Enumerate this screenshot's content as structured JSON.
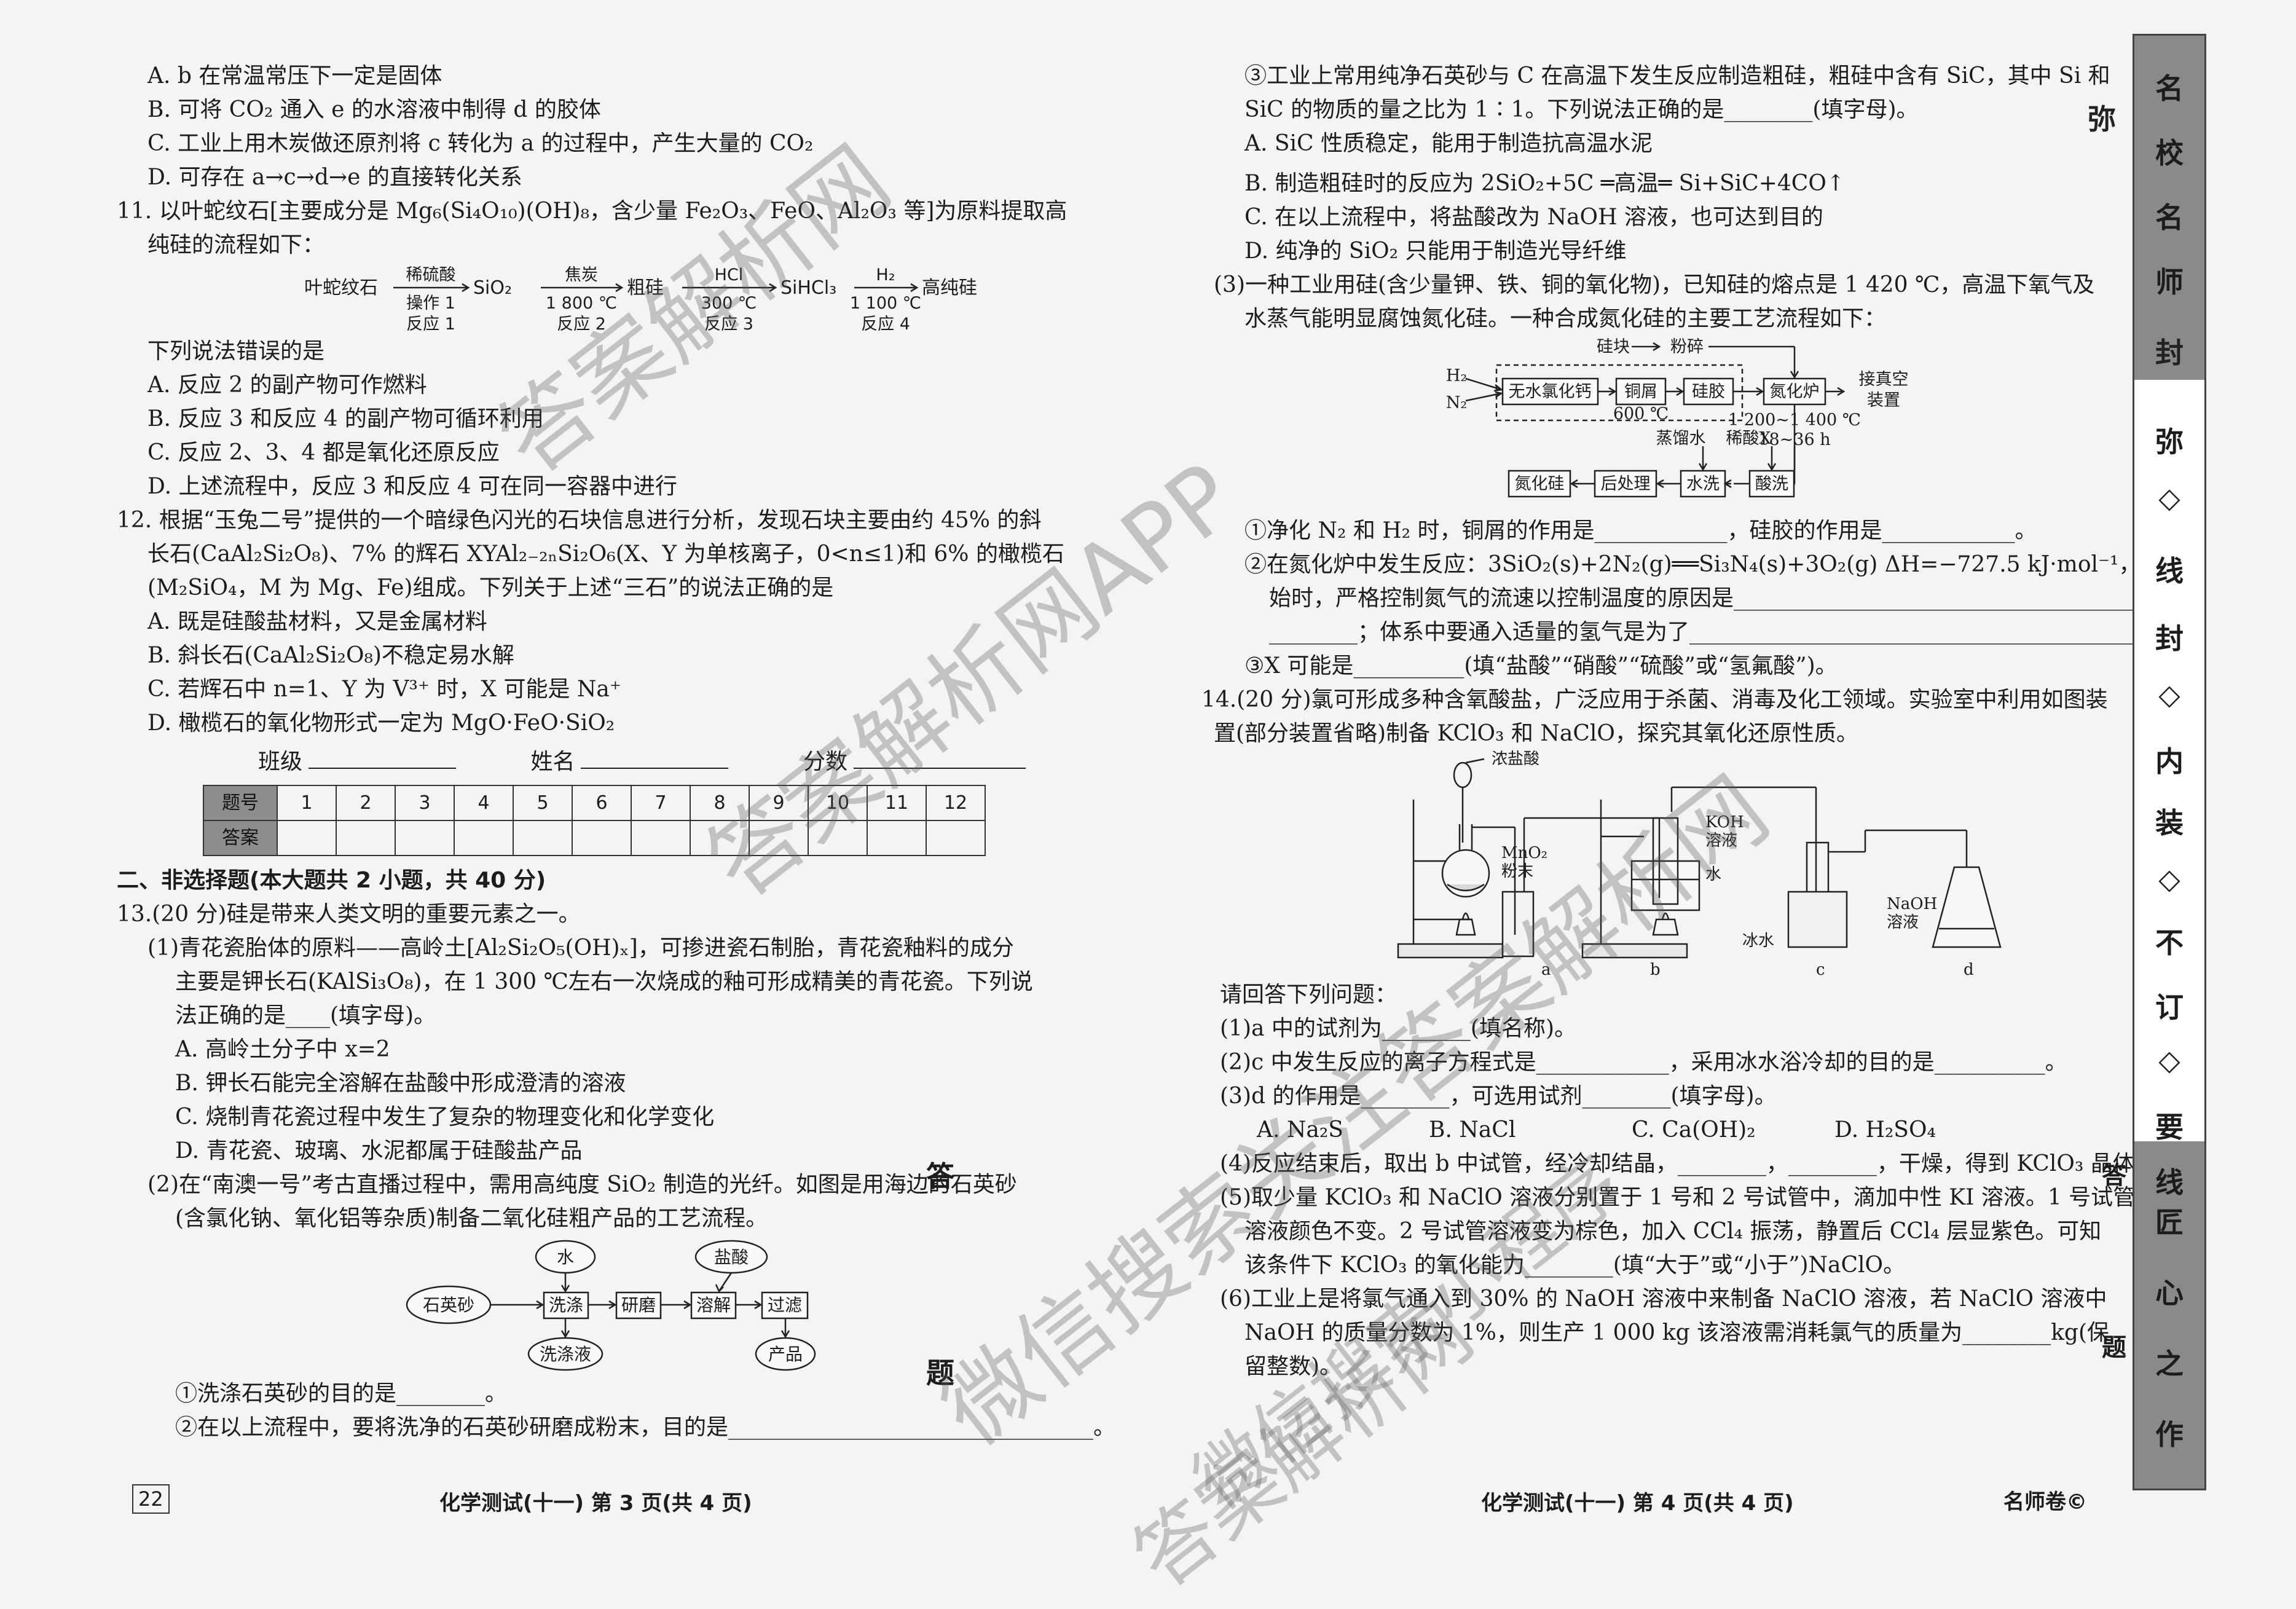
{
  "left_column": {
    "q10_options": [
      "A. b 在常温常压下一定是固体",
      "B. 可将 CO₂ 通入 e 的水溶液中制得 d 的胶体",
      "C. 工业上用木炭做还原剂将 c 转化为 a 的过程中，产生大量的 CO₂",
      "D. 可存在 a→c→d→e 的直接转化关系"
    ],
    "q11_stem": [
      "11. 以叶蛇纹石[主要成分是 Mg₆(Si₄O₁₀)(OH)₈，含少量 Fe₂O₃、FeO、Al₂O₃ 等]为原料提取高",
      "纯硅的流程如下："
    ],
    "q11_flow": {
      "nodes": [
        "叶蛇纹石",
        "SiO₂",
        "粗硅",
        "SiHCl₃",
        "高纯硅"
      ],
      "above": [
        "稀硫酸",
        "焦炭",
        "HCl",
        "H₂"
      ],
      "below1": [
        "操作 1",
        "1 800 ℃",
        "300 ℃",
        "1 100 ℃"
      ],
      "below2": [
        "反应 1",
        "反应 2",
        "反应 3",
        "反应 4"
      ]
    },
    "q11_prompt": "下列说法错误的是",
    "q11_options": [
      "A. 反应 2 的副产物可作燃料",
      "B. 反应 3 和反应 4 的副产物可循环利用",
      "C. 反应 2、3、4 都是氧化还原反应",
      "D. 上述流程中，反应 3 和反应 4 可在同一容器中进行"
    ],
    "q12_stem": [
      "12. 根据“玉兔二号”提供的一个暗绿色闪光的石块信息进行分析，发现石块主要由约 45% 的斜",
      "长石(CaAl₂Si₂O₈)、7% 的辉石 XYAl₂₋₂ₙSi₂O₆(X、Y 为单核离子，0<n≤1)和 6% 的橄榄石",
      "(M₂SiO₄，M 为 Mg、Fe)组成。下列关于上述“三石”的说法正确的是"
    ],
    "q12_options": [
      "A. 既是硅酸盐材料，又是金属材料",
      "B. 斜长石(CaAl₂Si₂O₈)不稳定易水解",
      "C. 若辉石中 n=1、Y 为 V³⁺ 时，X 可能是 Na⁺",
      "D. 橄榄石的氧化物形式一定为 MgO·FeO·SiO₂"
    ],
    "name_fields": [
      "班级",
      "姓名",
      "分数"
    ],
    "answer_table": {
      "row1_label": "题号",
      "row2_label": "答案",
      "numbers": [
        "1",
        "2",
        "3",
        "4",
        "5",
        "6",
        "7",
        "8",
        "9",
        "10",
        "11",
        "12"
      ]
    },
    "section2_title": "二、非选择题(本大题共 2 小题，共 40 分)",
    "q13_intro": "13.(20 分)硅是带来人类文明的重要元素之一。",
    "q13_p1": [
      "(1)青花瓷胎体的原料——高岭土[Al₂Si₂O₅(OH)ₓ]，可掺进瓷石制胎，青花瓷釉料的成分",
      "主要是钾长石(KAlSi₃O₈)，在 1 300 ℃左右一次烧成的釉可形成精美的青花瓷。下列说",
      "法正确的是____(填字母)。"
    ],
    "q13_p1_options": [
      "A. 高岭土分子中 x=2",
      "B. 钾长石能完全溶解在盐酸中形成澄清的溶液",
      "C. 烧制青花瓷过程中发生了复杂的物理变化和化学变化",
      "D. 青花瓷、玻璃、水泥都属于硅酸盐产品"
    ],
    "q13_p2": [
      "(2)在“南澳一号”考古直播过程中，需用高纯度 SiO₂ 制造的光纤。如图是用海边的石英砂",
      "(含氯化钠、氧化铝等杂质)制备二氧化硅粗产品的工艺流程。"
    ],
    "q13_flow": {
      "main": [
        "石英砂",
        "洗涤",
        "研磨",
        "溶解",
        "过滤"
      ],
      "water": "水",
      "acid": "盐酸",
      "wash_liquid": "洗涤液",
      "product": "产品"
    },
    "q13_p2_subs": [
      "①洗涤石英砂的目的是________。",
      "②在以上流程中，要将洗净的石英砂研磨成粉末，目的是_________________________________。"
    ]
  },
  "right_column": {
    "q13_p2_sub3": [
      "③工业上常用纯净石英砂与 C 在高温下发生反应制造粗硅，粗硅中含有 SiC，其中 Si 和",
      "SiC 的物质的量之比为 1∶1。下列说法正确的是________(填字母)。"
    ],
    "q13_p2_sub3_options": [
      "A. SiC 性质稳定，能用于制造抗高温水泥",
      "B. 制造粗硅时的反应为 2SiO₂+5C ═高温═ Si+SiC+4CO↑",
      "C. 在以上流程中，将盐酸改为 NaOH 溶液，也可达到目的",
      "D. 纯净的 SiO₂ 只能用于制造光导纤维"
    ],
    "q13_p3": [
      "(3)一种工业用硅(含少量钾、铁、铜的氧化物)，已知硅的熔点是 1 420 ℃，高温下氧气及",
      "水蒸气能明显腐蚀氮化硅。一种合成氮化硅的主要工艺流程如下："
    ],
    "q13_p3_flow": {
      "top": "硅块",
      "crush": "粉碎",
      "h2": "H₂",
      "n2": "N₂",
      "box1": "无水氯化钙",
      "box2": "铜屑",
      "box3": "硅胶",
      "furnace": "氮化炉",
      "vacuum1": "接真空",
      "vacuum2": "装置",
      "temp1": "600 ℃",
      "temp2": "1 200~1 400 ℃",
      "time": "18~36 h",
      "water_label": "蒸馏水",
      "acid_label": "稀酸X",
      "bottom": [
        "氮化硅",
        "后处理",
        "水洗",
        "酸洗"
      ]
    },
    "q13_p3_subs": [
      "①净化 N₂ 和 H₂ 时，铜屑的作用是____________，硅胶的作用是____________。",
      "②在氮化炉中发生反应：3SiO₂(s)+2N₂(g)══Si₃N₄(s)+3O₂(g)  ΔH=−727.5 kJ·mol⁻¹，开",
      "始时，严格控制氮气的流速以控制温度的原因是_____________________________________",
      "________；体系中要通入适量的氢气是为了_________________________________________。",
      "③X 可能是__________(填“盐酸”“硝酸”“硫酸”或“氢氟酸”)。"
    ],
    "q14_stem": [
      "14.(20 分)氯可形成多种含氧酸盐，广泛应用于杀菌、消毒及化工领域。实验室中利用如图装",
      "置(部分装置省略)制备 KClO₃ 和 NaClO，探究其氧化还原性质。"
    ],
    "q14_apparatus": {
      "acid": "浓盐酸",
      "mno2_1": "MnO₂",
      "mno2_2": "粉末",
      "koh_1": "KOH",
      "koh_2": "溶液",
      "water": "水",
      "naoh_1": "NaOH",
      "naoh_2": "溶液",
      "ice": "冰水",
      "labels": [
        "a",
        "b",
        "c",
        "d"
      ]
    },
    "q14_prompt": "请回答下列问题：",
    "q14_subs": [
      "(1)a 中的试剂为________(填名称)。",
      "(2)c 中发生反应的离子方程式是____________，采用冰水浴冷却的目的是__________。",
      "(3)d 的作用是________，可选用试剂________(填字母)。"
    ],
    "q14_sub3_options": [
      "A. Na₂S",
      "B. NaCl",
      "C. Ca(OH)₂",
      "D. H₂SO₄"
    ],
    "q14_subs2": [
      "(4)反应结束后，取出 b 中试管，经冷却结晶，________，________，干燥，得到 KClO₃ 晶体。",
      "(5)取少量 KClO₃ 和 NaClO 溶液分别置于 1 号和 2 号试管中，滴加中性 KI 溶液。1 号试管",
      "溶液颜色不变。2 号试管溶液变为棕色，加入 CCl₄ 振荡，静置后 CCl₄ 层显紫色。可知",
      "该条件下 KClO₃ 的氧化能力________(填“大于”或“小于”)NaClO。",
      "(6)工业上是将氯气通入到 30% 的 NaOH 溶液中来制备 NaClO 溶液，若 NaClO 溶液中",
      "NaOH 的质量分数为 1%，则生产 1 000 kg 该溶液需消耗氯气的质量为________kg(保",
      "留整数)。"
    ]
  },
  "footer": {
    "page_num": "22",
    "left": "化学测试(十一)  第 3 页(共 4 页)",
    "right": "化学测试(十一)  第 4 页(共 4 页)",
    "brand": "名师卷©"
  },
  "sidebar": {
    "top": [
      "名",
      "校",
      "名",
      "师"
    ],
    "middle": [
      "弥",
      "封",
      "弥",
      "◇",
      "线",
      "封",
      "◇",
      "内",
      "装",
      "◇",
      "不",
      "订",
      "◇",
      "要",
      "线",
      "答"
    ],
    "bottom": [
      "题",
      "匠",
      "心",
      "之",
      "作"
    ]
  },
  "watermarks": [
    "答案解析网",
    "答案解析网APP",
    "微信搜索关注答案解析网",
    "微信搜索小程序",
    "答案解析网"
  ]
}
